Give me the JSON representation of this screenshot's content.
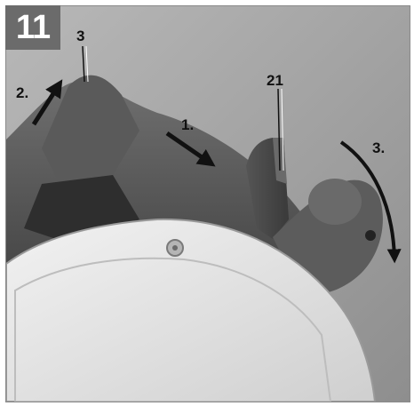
{
  "figure": {
    "number": "11"
  },
  "callouts": {
    "part_3": "3",
    "part_21": "21"
  },
  "steps": {
    "step_1": "1.",
    "step_2": "2.",
    "step_3": "3."
  },
  "colors": {
    "badge_background": "#6b6b6b",
    "badge_text": "#ffffff",
    "label_text": "#111111",
    "arrow": "#111111"
  },
  "icons": {
    "step_arrows": "arrow-icon",
    "rotation_arrow": "curved-arrow-icon"
  }
}
